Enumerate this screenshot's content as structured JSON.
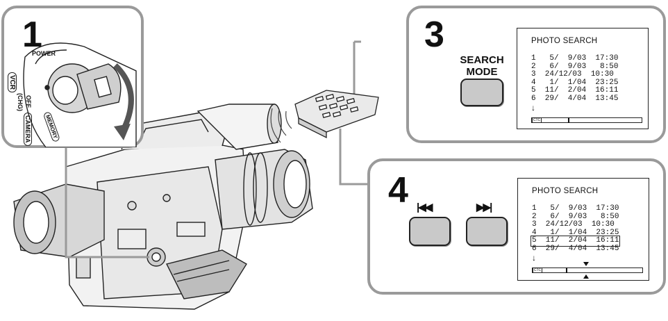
{
  "step1": {
    "number": "1",
    "power_label": "POWER",
    "vcr_label": "VCR",
    "off_label": "OFF",
    "chg_label": "(CHG)",
    "camera_label": "CAMERA",
    "memory_label": "MEMORY"
  },
  "step3": {
    "number": "3",
    "button_label_line1": "SEARCH",
    "button_label_line2": "MODE"
  },
  "step4": {
    "number": "4",
    "prev_glyph": "|◀◀",
    "next_glyph": "▶▶|"
  },
  "osd": {
    "title": "PHOTO SEARCH",
    "entries": [
      "1   5/  9/03  17:30",
      "2   6/  9/03   8:50",
      "3  24/12/03  10:30",
      "4   1/  1/04  23:25",
      "5  11/  2/04  16:11",
      "6  29/  4/04  13:45"
    ],
    "more_indicator": "↓",
    "tape_tag": "CTC",
    "selected_index_step4": 4
  },
  "colors": {
    "panel_border": "#9a9a9a",
    "button_fill": "#c9c9c9"
  }
}
